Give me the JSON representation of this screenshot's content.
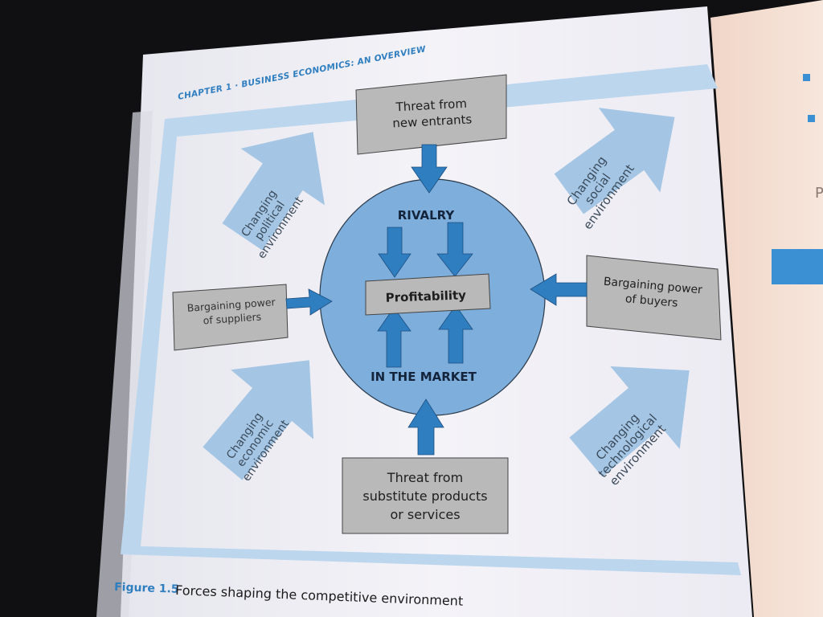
{
  "header": {
    "running_head": "CHAPTER 1 · BUSINESS ECONOMICS: AN OVERVIEW"
  },
  "diagram": {
    "top_box": [
      "Threat from",
      "new entrants"
    ],
    "bottom_box": [
      "Threat from",
      "substitute products",
      "or services"
    ],
    "left_box": [
      "Bargaining power",
      "of suppliers"
    ],
    "right_box": [
      "Bargaining power",
      "of buyers"
    ],
    "center_top": "RIVALRY",
    "center_bar": "Profitability",
    "center_bottom": "IN THE MARKET",
    "env_political": [
      "Changing",
      "political",
      "environment"
    ],
    "env_social": [
      "Changing",
      "social",
      "environment"
    ],
    "env_economic": [
      "Changing",
      "economic",
      "environment"
    ],
    "env_technological": [
      "Changing",
      "technological",
      "environment"
    ]
  },
  "caption": {
    "number": "Figure 1.5",
    "text": "Forces shaping the competitive environment"
  },
  "next_page": {
    "letter": "P"
  },
  "colors": {
    "brand_blue": "#2e7ec0",
    "circle_fill": "#7eaedc",
    "box_fill": "#b9b9b9",
    "env_arrow": "#a4c6e4",
    "frame": "#bcd6ee",
    "page": "#f2f1f6"
  }
}
